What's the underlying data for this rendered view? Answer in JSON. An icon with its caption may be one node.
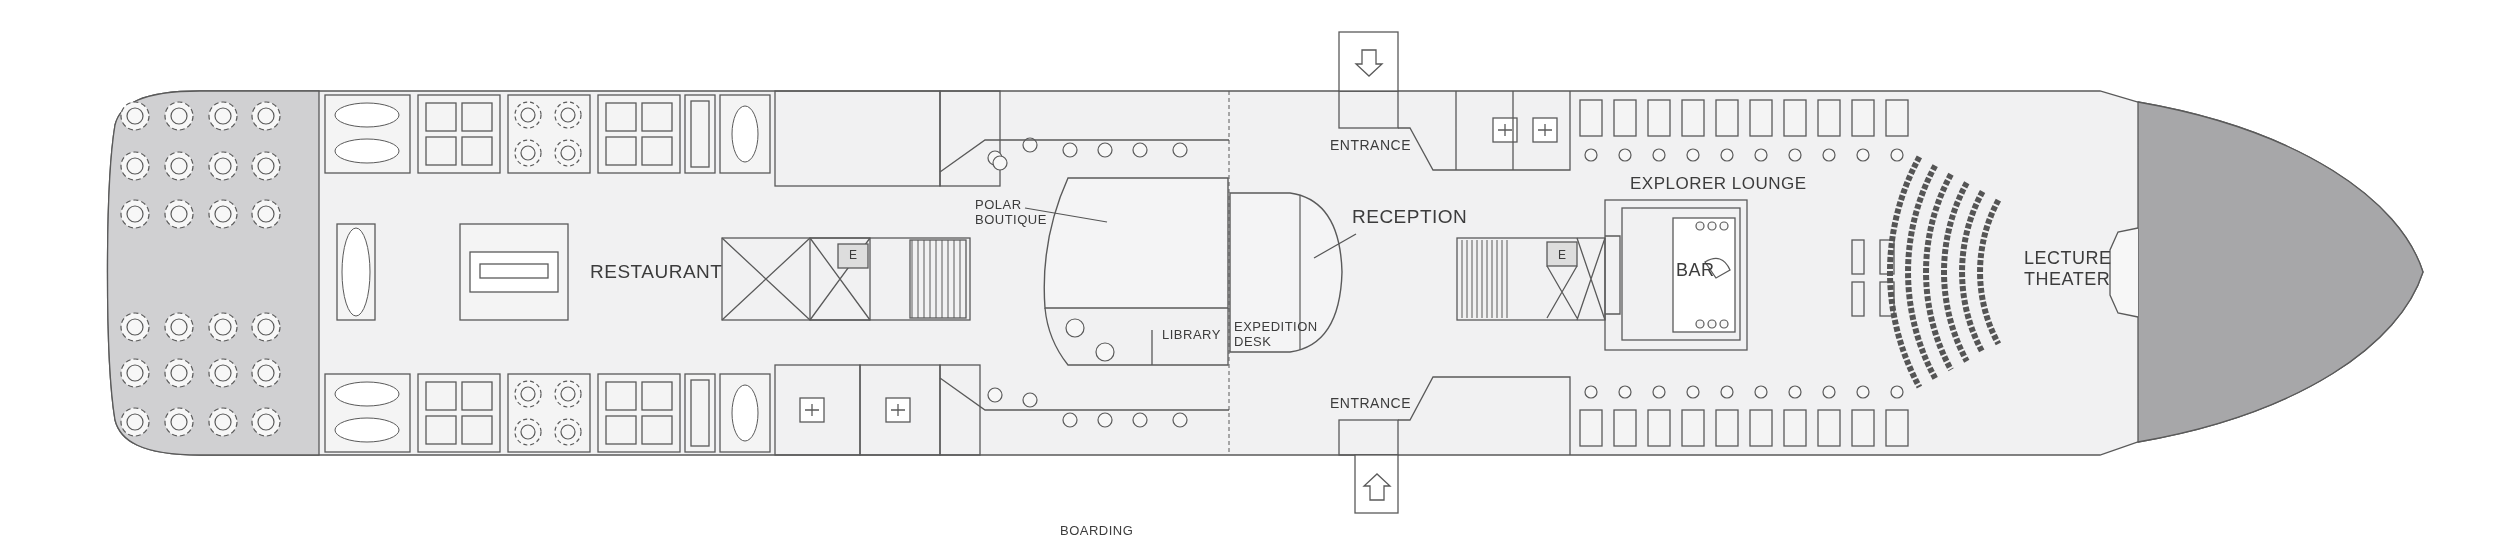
{
  "diagram": {
    "nodes": [
      {
        "text": [
          "POLAR BOUTIQUE"
        ]
      },
      {
        "text": [],
        "shape": "box"
      },
      {
        "text": [
          "RECEPTION"
        ]
      },
      {
        "text": [],
        "shape": "box"
      }
    ],
    "edges": [
      {
        "from": 0,
        "to": 1,
        "arrow": "none"
      },
      {
        "from": 2,
        "to": 3,
        "arrow": "none"
      }
    ],
    "labels": [
      "ENTRANCE",
      "EXPLORER LOUNGE",
      "RESTAURANT",
      "E",
      "E",
      "BAR",
      "LECTURE THEATER",
      "LIBRARY",
      "EXPEDITION DESK",
      "ENTRANCE",
      "BOARDING"
    ]
  }
}
